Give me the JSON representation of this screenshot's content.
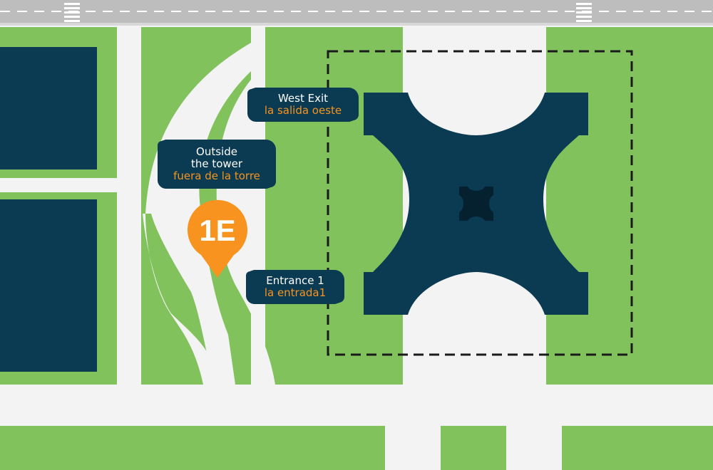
{
  "colors": {
    "grass": "#82c25c",
    "path": "#f3f3f3",
    "road": "#bdbdbd",
    "building": "#0b3b52",
    "accent": "#f7931e"
  },
  "labels": {
    "west_exit": {
      "en": "West Exit",
      "es": "la salida oeste"
    },
    "outside_tower": {
      "en_line1": "Outside",
      "en_line2": "the tower",
      "es": "fuera de la torre"
    },
    "entrance_1": {
      "en": "Entrance 1",
      "es": "la entrada1"
    }
  },
  "marker": {
    "text": "1E",
    "icon": "location-pin-icon"
  }
}
